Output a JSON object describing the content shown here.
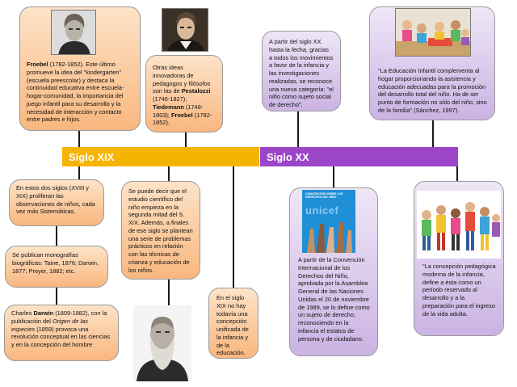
{
  "timeline": {
    "xix_label": "Siglo XIX",
    "xx_label": "Siglo XX",
    "colors": {
      "xix": "#f5b400",
      "xx": "#9b45c9",
      "orange_box": "#f9b77f",
      "purple_box": "#cbb3e3"
    }
  },
  "boxes": {
    "froebel": {
      "name": "Froebel",
      "text": " (1782-1852). Este último promueve la idea del \"kindergarten\" (escuela preescolar) y destaca la continuidad educativa entre escuela-hogar-comunidad, la importancia del juego infantil para su desarrollo y la necesidad de interacción y contacto entre padres e hijos."
    },
    "pedagogos": {
      "p1": "Otras ideas innovadoras de pedagogos y filósofos son las de ",
      "n1": "Pestalozzi",
      "p2": " (1746-1827); ",
      "n2": "Tiedemann",
      "p3": " (1748-1803); ",
      "n3": "Froebel",
      "p4": " (1782-1852)."
    },
    "siglo_xx_intro": "A partir del siglo XX hasta la fecha, gracias a todos los movimientos a favor de la infancia y las investigaciones realizadas, se reconoce una nueva categoría: \"el niño como sujeto social de derecho\".",
    "educacion_infantil": "\"La Educación Infantil complementa al hogar proporcionando la asistencia y educación adecuadas para la promoción del desarrollo total del niño. Ha de ser punto de formación no sólo del niño, sino de la familia\" (Sánchez, 1997).",
    "xviii_xix": "En estos dos siglos (XVIII y XIX) proliferan las observaciones de niños, cada vez más Sistemáticas.",
    "estudio": "Se puede decir que el estudio científico del niño empieza en la segunda mitad del S. XIX. Además, a finales de ese siglo se plantean una serie de problemas prácticos en relación con las técnicas de crianza y educación de los niños.",
    "monografias": "Se publican monografías biográficas: Taine, 1876; Darwin, 1877; Preyer, 1882; etc.",
    "darwin": {
      "p1": "Charles ",
      "name": "Darwin",
      "p2": " (1809-1882), con la publicación del ",
      "book": "Origen de las especies",
      "p3": " (1859) provoca una revolución conceptual en las ciencias y en la concepción del hombre"
    },
    "concepcion_unificada": "En el siglo XIX no hay todavía una concepción unificada de la infancia y de la educación.",
    "convencion": "A partir de la Convención Internacional de los Derechos del Niño, aprobada por la Asamblea General de las Naciones Unidas el 20 de noviembre de 1989, se lo define como un sujeto de derecho, reconociendo en la infancia el estatus de persona y de ciudadano.",
    "concepcion_moderna": "\"La concepción pedagógica moderna de la infancia, define a ésta como un período reservado al desarrollo y a la preparación para el ingreso de la vida adulta."
  },
  "poster": {
    "title": "CONVENCIÓN SOBRE LOS DERECHOS DEL NIÑO",
    "logo": "unicef"
  }
}
